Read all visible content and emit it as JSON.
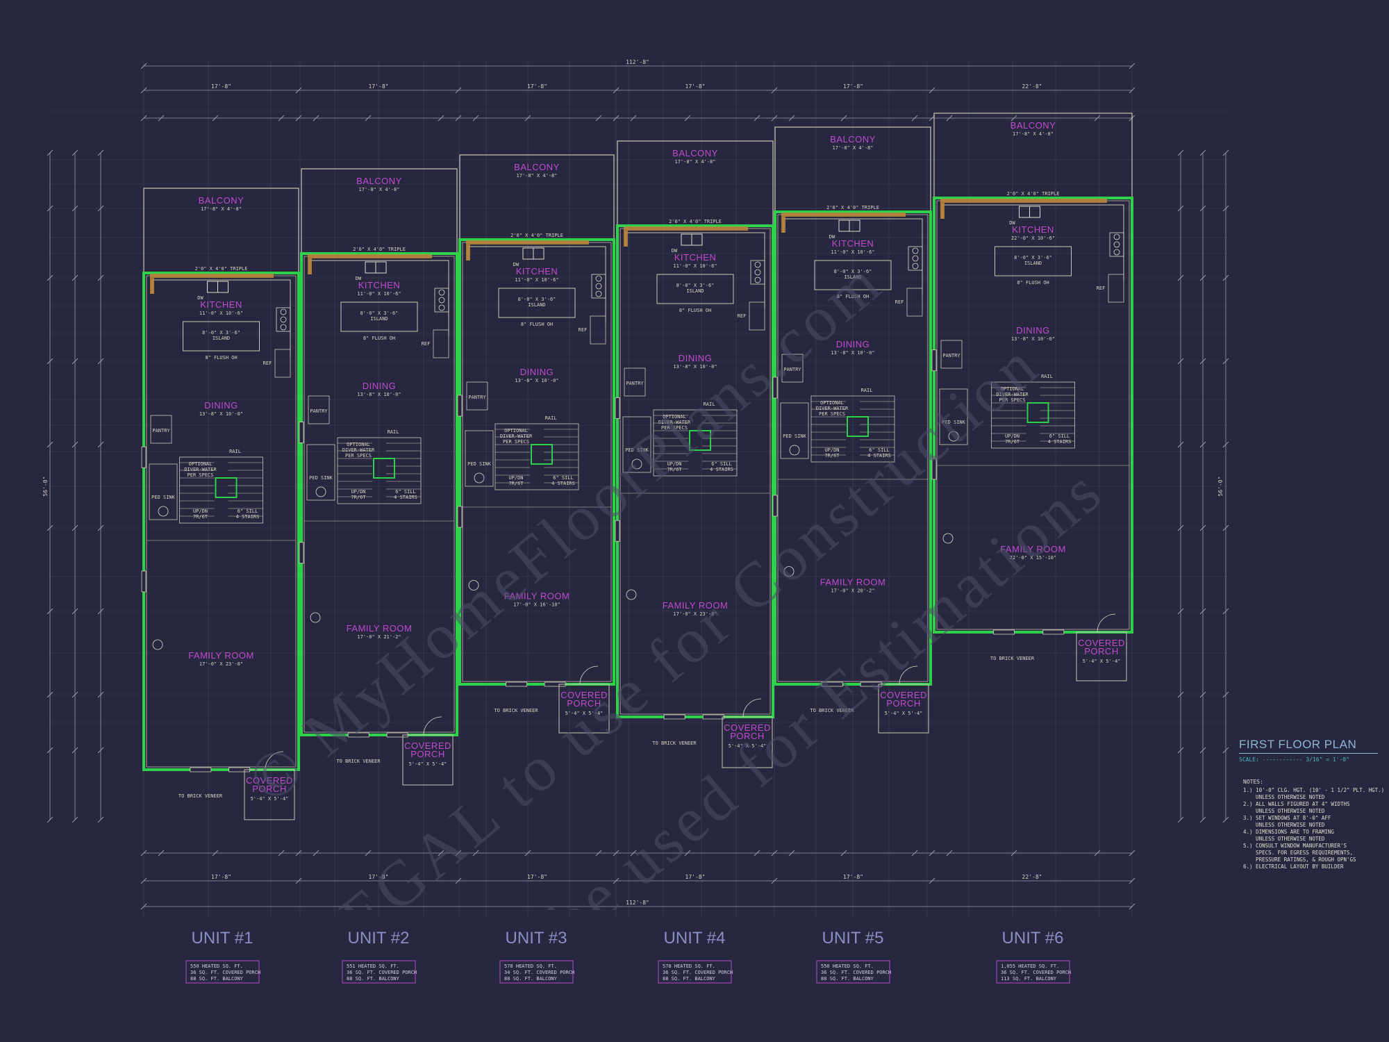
{
  "plan": {
    "title": "FIRST FLOOR PLAN",
    "scale": "SCALE: ------------ 3/16\" = 1'-0\"",
    "notes_heading": "NOTES:",
    "notes": [
      "1.) 10'-0\" CLG. HGT. (10' - 1 1/2\" PLT. HGT.)\n    UNLESS OTHERWISE NOTED",
      "2.) ALL WALLS FIGURED AT 4\" WIDTHS\n    UNLESS OTHERWISE NOTED",
      "3.) SET WINDOWS AT 8'-0\" AFF\n    UNLESS OTHERWISE NOTED",
      "4.) DIMENSIONS ARE TO FRAMING\n    UNLESS OTHERWISE NOTED",
      "5.) CONSULT WINDOW MANUFACTURER'S\n    SPECS. FOR EGRESS REQUIREMENTS,\n    PRESSURE RATINGS, & ROUGH OPN'GS",
      "6.) ELECTRICAL LAYOUT BY BUILDER"
    ],
    "overall_width": "112'-8\"",
    "overall_depth": "56'-0\""
  },
  "colors": {
    "background": "#27283f",
    "wall": "#2fd14a",
    "room_label": "#c24ad0",
    "dimension": "#d8d0c0",
    "unit_title": "#8a8ec4"
  },
  "watermark": [
    "© MyHomeFloorPlans.com",
    "ILLEGAL to use for Construction",
    "May be used for Estimations"
  ],
  "labels": {
    "balcony": "BALCONY",
    "kitchen": "KITCHEN",
    "dining": "DINING",
    "family_room": "FAMILY ROOM",
    "covered_porch": "COVERED\nPORCH",
    "porch_size": "5'-4\" X 5'-4\"",
    "island": "8'-0\" X 3'-6\"\nISLAND",
    "flush": "8\" FLUSH OH",
    "rail": "RAIL",
    "ped_sink": "PED SINK",
    "pantry": "PANTRY",
    "ref": "REF",
    "brick": "TO BRICK VENEER",
    "dw": "DW",
    "triple": "2'0\" X 4'0\" TRIPLE",
    "optional": "OPTIONAL\nDIVER-WATER\nPER SPECS",
    "stairs_up": "UP/DN\n7R/6T",
    "stairs_note": "6\" SILL\n4 STAIRS"
  },
  "units": [
    {
      "name": "UNIT #1",
      "width": "17'-8\"",
      "balcony": "17'-8\" X 4'-8\"",
      "kitchen": "11'-0\" X 10'-6\"",
      "dining": "13'-8\" X 10'-0\"",
      "family": "17'-0\" X 23'-8\"",
      "areas": [
        "550 HEATED SQ. FT.",
        "36 SQ. FT. COVERED PORCH",
        "88 SQ. FT. BALCONY"
      ]
    },
    {
      "name": "UNIT #2",
      "width": "17'-8\"",
      "balcony": "17'-8\" X 4'-8\"",
      "kitchen": "11'-0\" X 10'-6\"",
      "dining": "13'-8\" X 10'-0\"",
      "family": "17'-0\" X 21'-2\"",
      "areas": [
        "551 HEATED SQ. FT.",
        "36 SQ. FT. COVERED PORCH",
        "88 SQ. FT. BALCONY"
      ]
    },
    {
      "name": "UNIT #3",
      "width": "17'-8\"",
      "balcony": "17'-8\" X 4'-8\"",
      "kitchen": "11'-0\" X 10'-6\"",
      "dining": "13'-8\" X 10'-0\"",
      "family": "17'-0\" X 16'-10\"",
      "areas": [
        "578 HEATED SQ. FT.",
        "34 SQ. FT. COVERED PORCH",
        "88 SQ. FT. BALCONY"
      ]
    },
    {
      "name": "UNIT #4",
      "width": "17'-8\"",
      "balcony": "17'-8\" X 4'-8\"",
      "kitchen": "11'-0\" X 10'-6\"",
      "dining": "13'-8\" X 10'-0\"",
      "family": "17'-0\" X 23'-8\"",
      "areas": [
        "578 HEATED SQ. FT.",
        "36 SQ. FT. COVERED PORCH",
        "88 SQ. FT. BALCONY"
      ]
    },
    {
      "name": "UNIT #5",
      "width": "17'-8\"",
      "balcony": "17'-8\" X 4'-8\"",
      "kitchen": "11'-0\" X 10'-6\"",
      "dining": "13'-8\" X 10'-0\"",
      "family": "17'-0\" X 20'-2\"",
      "areas": [
        "550 HEATED SQ. FT.",
        "36 SQ. FT. COVERED PORCH",
        "88 SQ. FT. BALCONY"
      ]
    },
    {
      "name": "UNIT #6",
      "width": "22'-8\"",
      "balcony": "17'-8\" X 4'-8\"",
      "kitchen": "22'-0\" X 10'-6\"",
      "dining": "13'-8\" X 10'-0\"",
      "family": "22'-0\" X 15'-10\"",
      "areas": [
        "1,055 HEATED SQ. FT.",
        "36 SQ. FT. COVERED PORCH",
        "113 SQ. FT. BALCONY"
      ]
    }
  ]
}
